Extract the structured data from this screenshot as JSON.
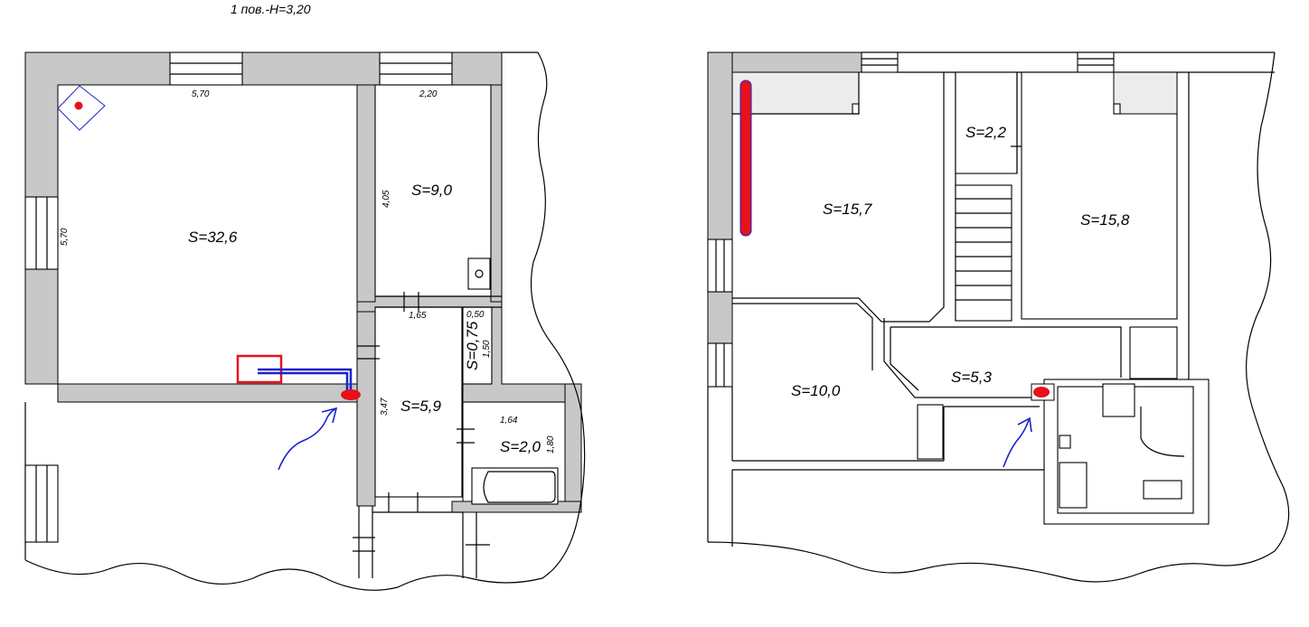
{
  "title": "1 пов.-Н=3,20",
  "left_plan": {
    "rooms": [
      {
        "id": "living",
        "area": "S=32,6"
      },
      {
        "id": "kitchen",
        "area": "S=9,0"
      },
      {
        "id": "hall",
        "area": "S=5,9"
      },
      {
        "id": "bath",
        "area": "S=2,0"
      },
      {
        "id": "wc",
        "area": "S=0,75"
      }
    ],
    "dims": {
      "living_top": "5,70",
      "living_side": "5,70",
      "kitchen_top": "2,20",
      "kitchen_side": "4,05",
      "hall_top": "1,65",
      "hall_side": "3,47",
      "wc_top": "0,50",
      "wc_side": "1,50",
      "bath_top": "1,64",
      "bath_side": "1,80"
    }
  },
  "right_plan": {
    "rooms": [
      {
        "id": "room_a",
        "area": "S=15,7"
      },
      {
        "id": "room_b",
        "area": "S=15,8"
      },
      {
        "id": "room_c",
        "area": "S=2,2"
      },
      {
        "id": "room_d",
        "area": "S=10,0"
      },
      {
        "id": "corridor",
        "area": "S=5,3"
      }
    ]
  },
  "colors": {
    "wall": "#c8c8c8",
    "radiator": "#e8101a",
    "pipe": "#1a22cc",
    "highlight_box": "#e8101a",
    "arrow": "#1a22cc"
  },
  "icons": [
    "ventilation-riser-icon",
    "stove-icon",
    "bathtub-icon",
    "stair-icon",
    "hand-drawn-arrow-icon"
  ]
}
